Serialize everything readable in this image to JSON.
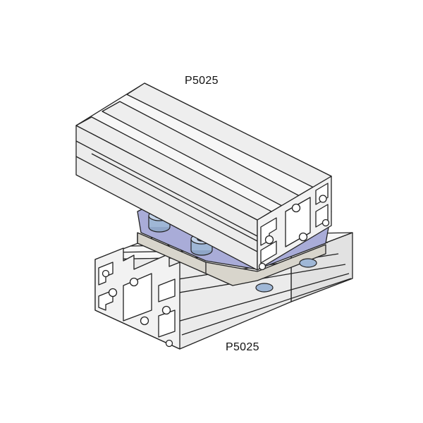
{
  "labels": {
    "upper_profile": "P5025",
    "lower_profile": "P5025"
  },
  "colors": {
    "background": "#ffffff",
    "profile_face": "#ececec",
    "profile_top": "#f7f7f7",
    "profile_outline": "#222222",
    "plate_blue": "#a9acd8",
    "plate_grey": "#d8d5cc",
    "bolt": "#9fb7d6"
  },
  "icons": {
    "upper": "aluminium-extrusion-profile",
    "lower": "aluminium-extrusion-profile",
    "connector": "connector-plate",
    "fasteners": "socket-head-cap-screw"
  }
}
